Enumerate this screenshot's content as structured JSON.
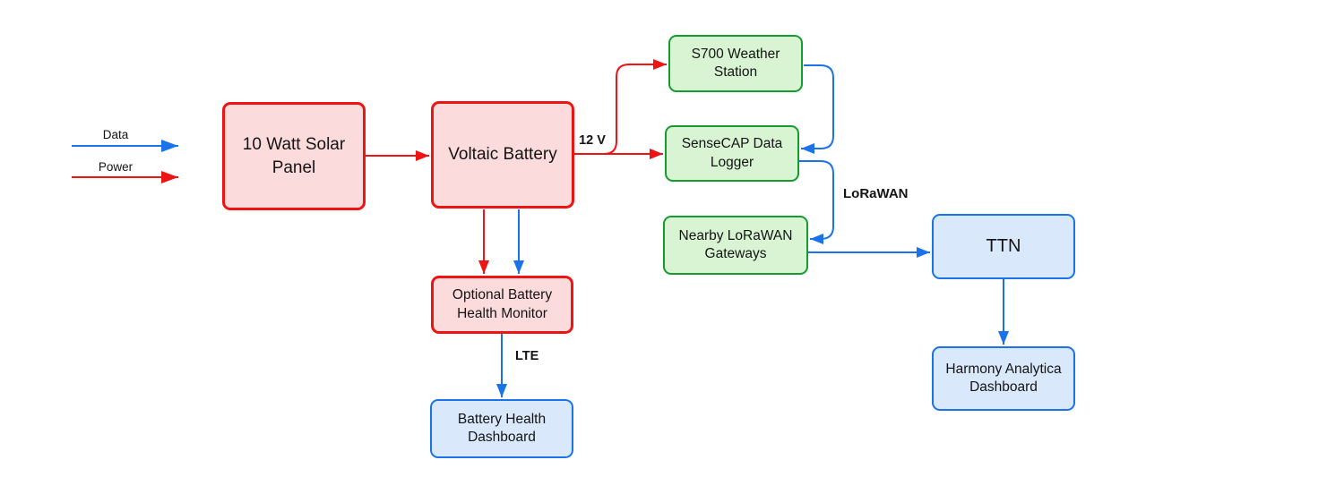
{
  "diagram": {
    "legend": {
      "data_label": "Data",
      "power_label": "Power"
    },
    "nodes": {
      "solar_panel": {
        "label": "10 Watt Solar Panel"
      },
      "voltaic_battery": {
        "label": "Voltaic Battery"
      },
      "s700_weather_station": {
        "label": "S700 Weather Station"
      },
      "sensecap_data_logger": {
        "label": "SenseCAP Data Logger"
      },
      "lorawan_gateways": {
        "label": "Nearby LoRaWAN Gateways"
      },
      "ttn": {
        "label": "TTN"
      },
      "harmony_dashboard": {
        "label": "Harmony Analytica Dashboard"
      },
      "battery_health_monitor": {
        "label": "Optional Battery Health Monitor"
      },
      "battery_health_dashboard": {
        "label": "Battery Health Dashboard"
      }
    },
    "edge_labels": {
      "voltage": "12 V",
      "lorawan": "LoRaWAN",
      "lte": "LTE"
    },
    "colors": {
      "power_red": "#ef1414",
      "data_blue": "#1a73e8",
      "node_red_fill": "#fbdbdb",
      "node_green_fill": "#d8f4d3",
      "node_green_stroke": "#149c31",
      "node_blue_fill": "#d9e8fb",
      "text": "#141414"
    }
  }
}
